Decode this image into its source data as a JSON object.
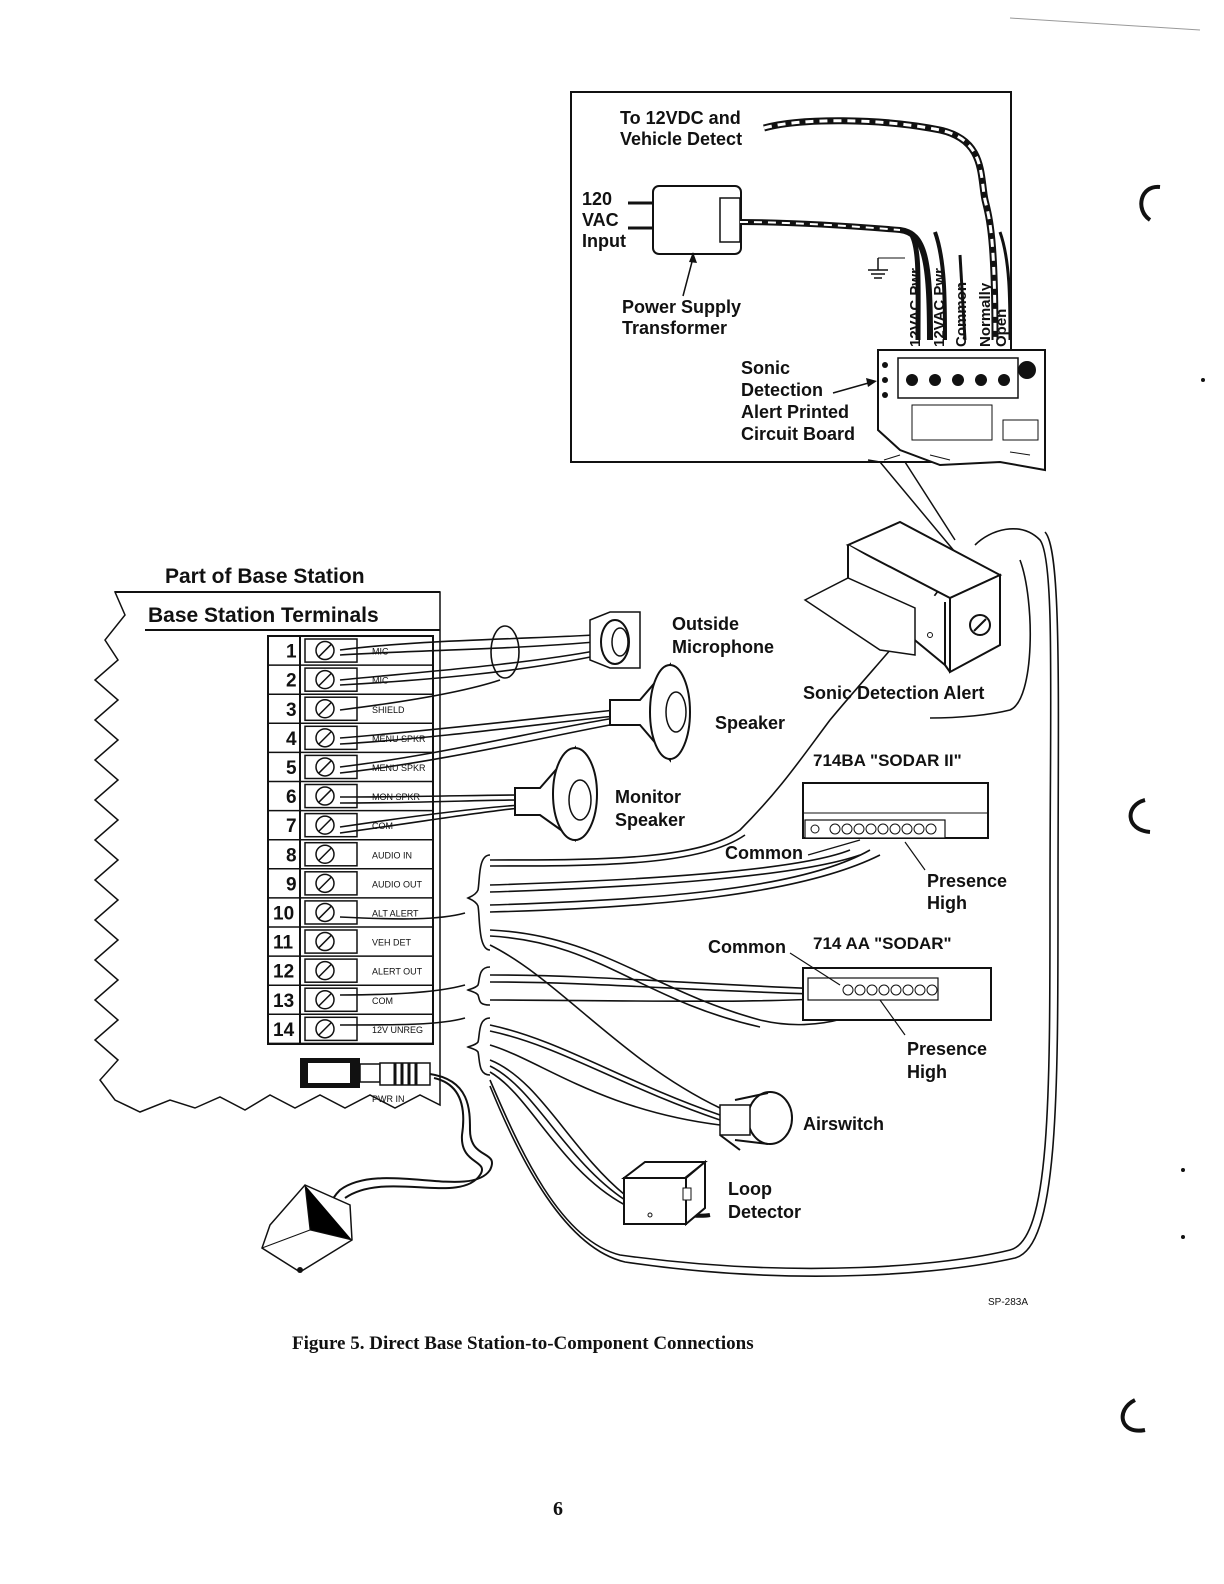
{
  "inset": {
    "to_12vdc_line1": "To 12VDC and",
    "to_12vdc_line2": "Vehicle Detect",
    "vac_line1": "120",
    "vac_line2": "VAC",
    "vac_line3": "Input",
    "transformer_line1": "Power Supply",
    "transformer_line2": "Transformer",
    "wire_labels": [
      "12VAC Pwr",
      "12VAC Pwr",
      "Common",
      "Normally",
      "Open"
    ],
    "pcb_line1": "Sonic",
    "pcb_line2": "Detection",
    "pcb_line3": "Alert Printed",
    "pcb_line4": "Circuit Board"
  },
  "base_station": {
    "part_label": "Part of Base Station",
    "terminals_label": "Base Station Terminals",
    "terminals": [
      {
        "num": "1",
        "label": "MIC"
      },
      {
        "num": "2",
        "label": "MIC"
      },
      {
        "num": "3",
        "label": "SHIELD"
      },
      {
        "num": "4",
        "label": "MENU SPKR"
      },
      {
        "num": "5",
        "label": "MENU SPKR"
      },
      {
        "num": "6",
        "label": "MON SPKR"
      },
      {
        "num": "7",
        "label": "COM"
      },
      {
        "num": "8",
        "label": "AUDIO IN"
      },
      {
        "num": "9",
        "label": "AUDIO OUT"
      },
      {
        "num": "10",
        "label": "ALT ALERT"
      },
      {
        "num": "11",
        "label": "VEH DET"
      },
      {
        "num": "12",
        "label": "ALERT OUT"
      },
      {
        "num": "13",
        "label": "COM"
      },
      {
        "num": "14",
        "label": "12V UNREG"
      }
    ],
    "pwr_in": "PWR IN"
  },
  "components": {
    "outside_mic_line1": "Outside",
    "outside_mic_line2": "Microphone",
    "speaker": "Speaker",
    "monitor_line1": "Monitor",
    "monitor_line2": "Speaker",
    "sonic_alert": "Sonic Detection Alert",
    "sodar2": "714BA \"SODAR II\"",
    "sodar": "714 AA \"SODAR\"",
    "common_1": "Common",
    "common_2": "Common",
    "presence_1_line1": "Presence",
    "presence_1_line2": "High",
    "presence_2_line1": "Presence",
    "presence_2_line2": "High",
    "airswitch": "Airswitch",
    "loop_line1": "Loop",
    "loop_line2": "Detector"
  },
  "figure_ref": "SP-283A",
  "caption": "Figure 5.  Direct Base Station-to-Component Connections",
  "page_number": "6"
}
